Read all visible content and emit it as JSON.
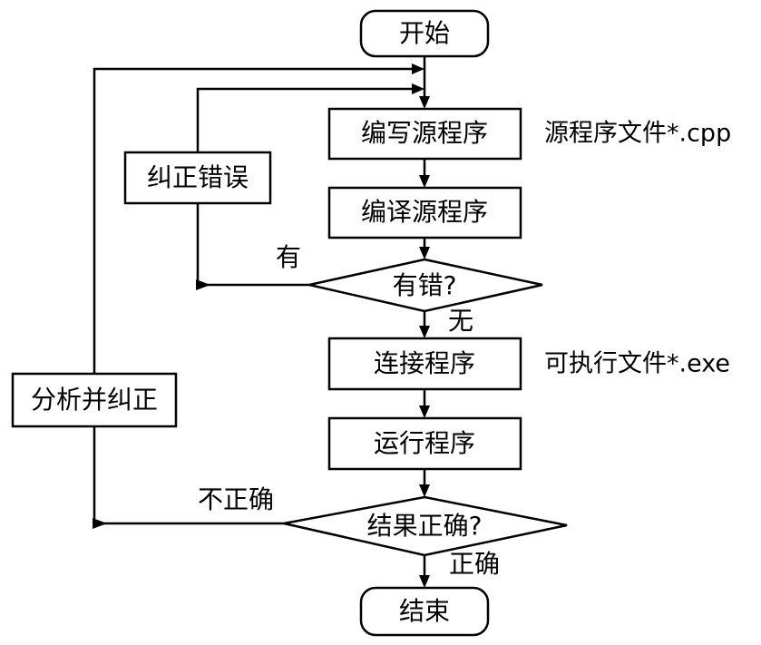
{
  "start_label": "开始",
  "end_label": "结束",
  "steps": {
    "write": "编写源程序",
    "compile": "编译源程序",
    "link": "连接程序",
    "run": "运行程序"
  },
  "decisions": {
    "has_error": "有错?",
    "result_correct": "结果正确?"
  },
  "side_boxes": {
    "fix_errors": "纠正错误",
    "analyze_fix": "分析并纠正"
  },
  "edge_labels": {
    "yes_error": "有",
    "no_error": "无",
    "incorrect": "不正确",
    "correct": "正确"
  },
  "annotations": {
    "source_file": "源程序文件*.cpp",
    "executable_file": "可执行文件*.exe"
  }
}
